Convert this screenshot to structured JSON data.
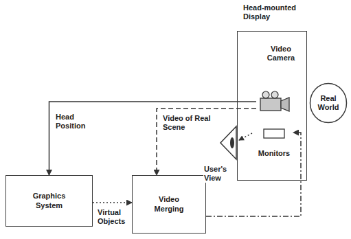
{
  "diagram": {
    "nodes": [
      {
        "text": [
          "Head-mounted Display"
        ]
      },
      {
        "text": [
          "Video Camera"
        ],
        "in": 0
      },
      {
        "text": [
          "Monitors"
        ],
        "in": 0
      },
      {
        "text": [
          "Real World"
        ]
      },
      {
        "text": [
          "Graphics System"
        ]
      },
      {
        "text": [
          "Video Merging"
        ]
      }
    ],
    "edges": [
      {
        "from": 1,
        "to": 4,
        "label": "Head Position",
        "arrow": "to"
      },
      {
        "from": 1,
        "to": 5,
        "label": "Video of Real Scene",
        "arrow": "to"
      },
      {
        "from": 4,
        "to": 5,
        "label": "Virtual Objects",
        "arrow": "to"
      },
      {
        "from": 5,
        "to": 2,
        "arrow": "to"
      }
    ],
    "labels": [
      "User's View"
    ]
  }
}
